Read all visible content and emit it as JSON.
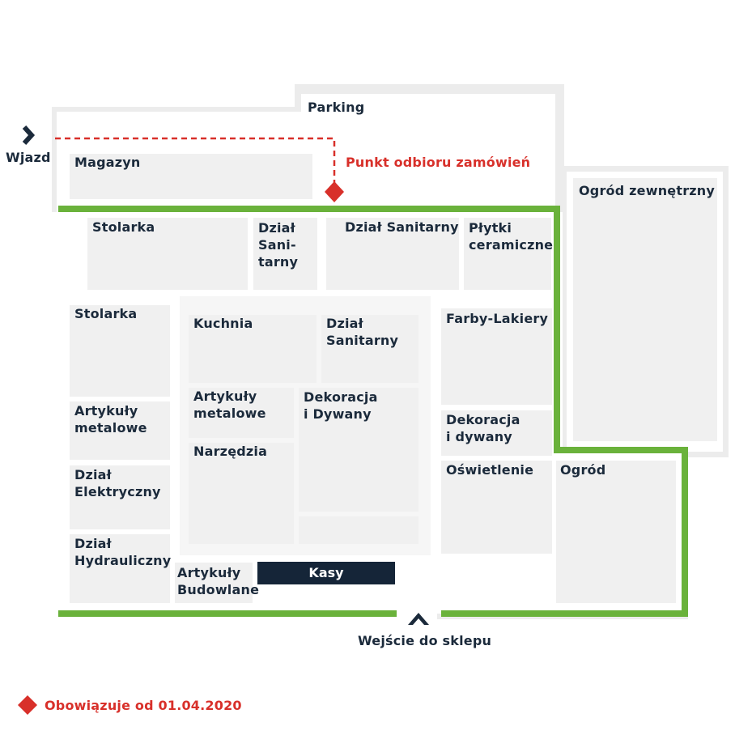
{
  "map": {
    "colors": {
      "store_outline": "#6ab23b",
      "pickup_route": "#d8302a",
      "block_fill": "#f0f0f0",
      "outer_fill": "#f0f0f0",
      "text": "#1b2a3b",
      "cash_desk": "#152538"
    },
    "entrance_left": {
      "label": "Wjazd",
      "icon": "chevron-right-icon"
    },
    "parking": {
      "label": "Parking"
    },
    "pickup_point": {
      "label": "Punkt odbioru zamówień",
      "icon": "red-diamond-icon"
    },
    "warehouse": {
      "label": "Magazyn"
    },
    "outdoor_garden": {
      "label": "Ogród zewnętrzny"
    },
    "departments": {
      "stolarka_top": "Stolarka",
      "dzial_sanitarny_narrow": "Dział\nSani-\ntarny",
      "dzial_sanitarny_top": "Dział Sanitarny",
      "plytki": "Płytki\nceramiczne",
      "stolarka_left": "Stolarka",
      "artykuly_metalowe_left": "Artykuły\nmetalowe",
      "dzial_elektryczny": "Dział\nElektryczny",
      "dzial_hydrauliczny": "Dział\nHydrauliczny",
      "kuchnia": "Kuchnia",
      "dzial_sanitarny_mid": "Dział\nSanitarny",
      "artykuly_metalowe_mid": "Artykuły\nmetalowe",
      "narzedzia": "Narzędzia",
      "dekoracja_dywany_mid": "Dekoracja\ni Dywany",
      "farby_lakiery": "Farby-Lakiery",
      "dekoracja_dywany_right": "Dekoracja\ni dywany",
      "oswietlenie": "Oświetlenie",
      "ogrod": "Ogród",
      "artykuly_budowlane": "Artykuły\nBudowlane"
    },
    "checkout": {
      "label": "Kasy"
    },
    "store_entrance": {
      "label": "Wejście do sklepu",
      "icon": "entrance-chevron-up-icon"
    },
    "legend": {
      "icon": "red-diamond-icon",
      "label": "Obowiązuje od 01.04.2020"
    }
  }
}
